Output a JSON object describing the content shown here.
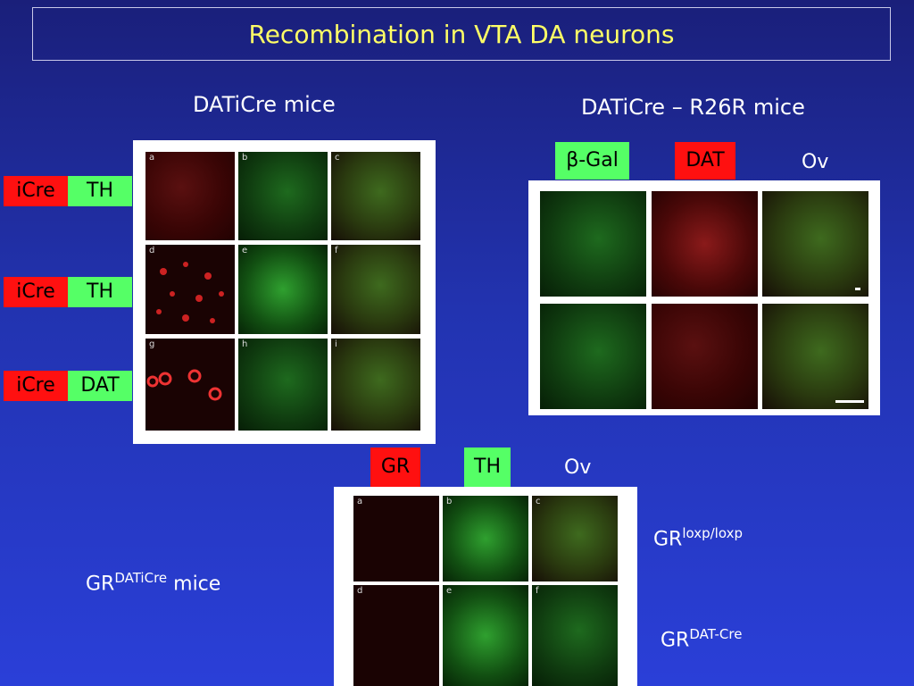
{
  "title": "Recombination in VTA DA neurons",
  "left_section": {
    "heading": "DATiCre mice",
    "rows": [
      {
        "red": "iCre",
        "green": "TH"
      },
      {
        "red": "iCre",
        "green": "TH"
      },
      {
        "red": "iCre",
        "green": "DAT"
      }
    ],
    "panel_labels": [
      "a",
      "b",
      "c",
      "d",
      "e",
      "f",
      "g",
      "h",
      "i"
    ]
  },
  "right_section": {
    "heading": "DATiCre – R26R mice",
    "tags": {
      "green": "β-Gal",
      "red": "DAT",
      "plain": "Ov"
    }
  },
  "bottom_section": {
    "tags": {
      "red": "GR",
      "green": "TH",
      "plain": "Ov"
    },
    "panel_labels": [
      "a",
      "b",
      "c",
      "d",
      "e",
      "f"
    ],
    "left_label": {
      "base": "GR",
      "sup": "DATiCre",
      "suffix": " mice"
    },
    "row_labels": [
      {
        "base": "GR",
        "sup": "loxp/loxp"
      },
      {
        "base": "GR",
        "sup": "DAT-Cre"
      }
    ]
  }
}
